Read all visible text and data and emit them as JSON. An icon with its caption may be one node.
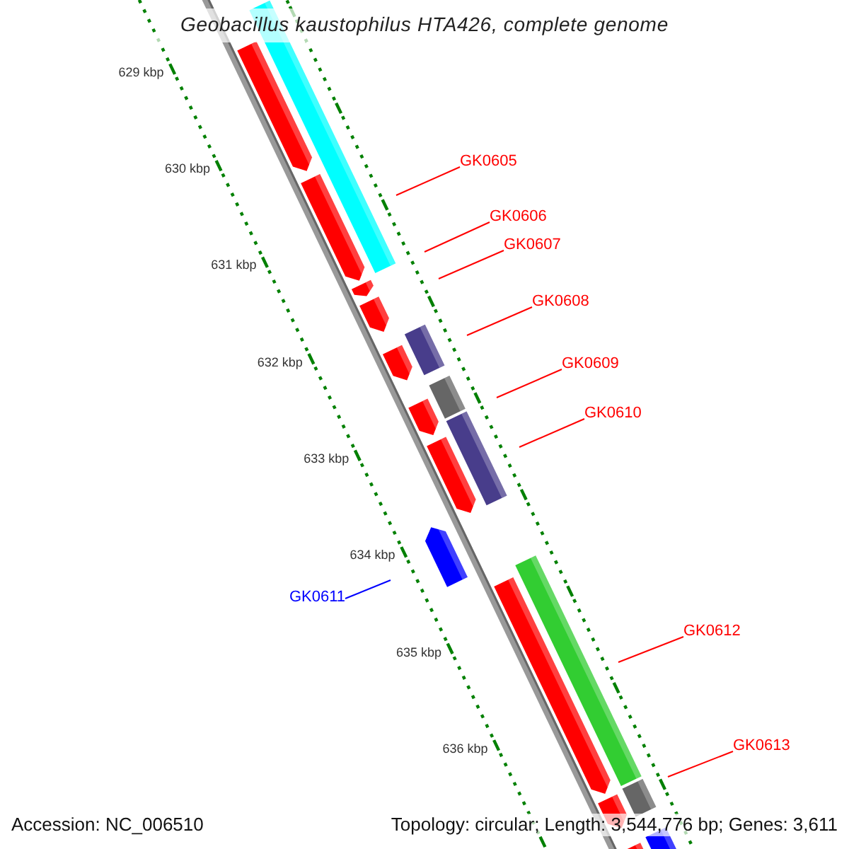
{
  "diagram": {
    "title": "Geobacillus kaustophilus HTA426, complete genome",
    "nodes": [
      {
        "text": [
          "GK0605"
        ]
      },
      {
        "text": [
          "GK0606"
        ]
      },
      {
        "text": [
          "GK0607"
        ]
      },
      {
        "text": [
          "GK0608"
        ]
      },
      {
        "text": [
          "GK0609"
        ]
      },
      {
        "text": [
          "GK0610"
        ]
      },
      {
        "text": [
          "GK0611"
        ]
      },
      {
        "text": [
          "GK0612"
        ]
      },
      {
        "text": [
          "GK0613"
        ]
      }
    ],
    "edges": [
      {
        "from": 0,
        "to": null,
        "arrow": "none"
      },
      {
        "from": 1,
        "to": null,
        "arrow": "none"
      },
      {
        "from": 2,
        "to": null,
        "arrow": "none"
      },
      {
        "from": 3,
        "to": null,
        "arrow": "none"
      },
      {
        "from": 4,
        "to": null,
        "arrow": "none"
      },
      {
        "from": 5,
        "to": null,
        "arrow": "none"
      },
      {
        "from": 6,
        "to": null,
        "arrow": "none",
        "color": "#0000ff"
      },
      {
        "from": 7,
        "to": null,
        "arrow": "none"
      },
      {
        "from": 8,
        "to": null,
        "arrow": "none"
      }
    ],
    "labels": [
      "629 kbp",
      "630 kbp",
      "631 kbp",
      "632 kbp",
      "633 kbp",
      "634 kbp",
      "635 kbp",
      "636 kbp",
      "Accession: NC_006510",
      "Topology: circular; Length: 3,544,776 bp; Genes: 3,611"
    ]
  }
}
